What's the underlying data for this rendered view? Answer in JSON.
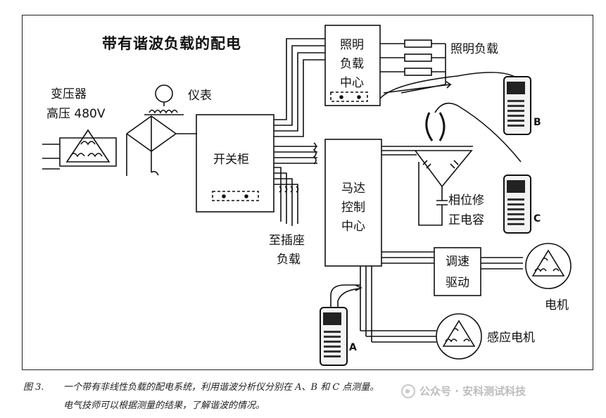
{
  "diagram": {
    "title": "带有谐波负载的配电",
    "transformer_label_line1": "变压器",
    "transformer_label_line2": "高压 480V",
    "meter_label": "仪表",
    "switchgear_label": "开关柜",
    "lighting_center_line1": "照明",
    "lighting_center_line2": "负载",
    "lighting_center_line3": "中心",
    "lighting_load_label": "照明负载",
    "receptacle_line1": "至插座",
    "receptacle_line2": "负载",
    "motor_center_line1": "马达",
    "motor_center_line2": "控制",
    "motor_center_line3": "中心",
    "capacitor_line1": "相位修",
    "capacitor_line2": "正电容",
    "vsd_line1": "调速",
    "vsd_line2": "驱动",
    "motor_label": "电机",
    "induction_motor_label": "感应电机",
    "probe_a": "A",
    "probe_b": "B",
    "probe_c": "C"
  },
  "caption": {
    "figure_no": "图 3.",
    "line1": "一个带有非线性负载的配电系统，利用谐波分析仪分别在 A、B 和 C 点测量。",
    "line2": "电气技师可以根据测量的结果，了解谐波的情况。"
  },
  "watermark": {
    "text": "公众号 · 安科测试科技"
  },
  "colors": {
    "line": "#111111",
    "background": "#ffffff",
    "watermark": "#bdbdbd"
  }
}
